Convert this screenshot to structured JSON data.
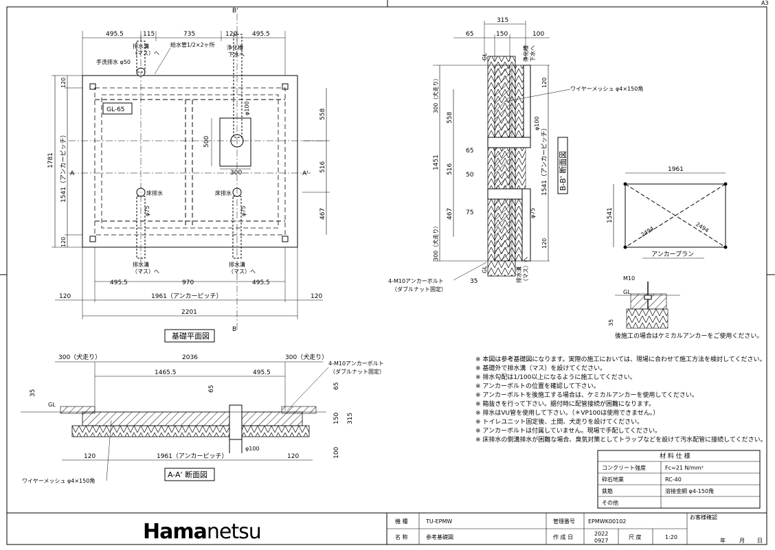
{
  "sheet": {
    "size": "A3"
  },
  "plan": {
    "title": "基礎平面図",
    "gl": "GL-65",
    "dims_top": [
      "495.5",
      "115",
      "735",
      "120",
      "495.5"
    ],
    "dims_bottom": [
      "495.5",
      "970",
      "495.5"
    ],
    "pitch_bottom": "1961（アンカーピッチ）",
    "edge_left": "120",
    "edge_right": "120",
    "total_width": "2201",
    "dims_right": [
      "558",
      "516",
      "467"
    ],
    "dim_120_top": "120",
    "dim_120_bottom": "120",
    "total_height": "1781",
    "pitch_left": "1541（アンカーピッチ）",
    "box_h": "500",
    "box_w": "300",
    "drain_top_left": "排水溝",
    "drain_top_left_sub": "（マス）へ",
    "hand_drain": "手洗排水 φ50",
    "supply": "給水管1/2×2ヶ所",
    "septic": "浄化槽",
    "septic_sub": "下水へ",
    "phi100": "φ100",
    "floor_drain": "床排水",
    "phi75": "φ75",
    "drain_bottom": "排水溝",
    "drain_bottom_sub": "（マス）へ",
    "section_a": "A",
    "section_a2": "A'",
    "section_b": "B'",
    "section_b2": "B"
  },
  "section_bb": {
    "title": "B-B' 断面図",
    "dims_top": [
      "315",
      "65",
      "150",
      "100"
    ],
    "wire_mesh": "ワイヤーメッシュ φ4×150角",
    "dogrun_top": "300（犬走り）",
    "dogrun_bottom": "300（犬走り）",
    "d558": "558",
    "d1451": "1451",
    "d516": "516",
    "d467": "467",
    "d65": "65",
    "d50": "50",
    "d75": "75",
    "d120a": "120",
    "d120b": "120",
    "d35": "35",
    "pitch": "1541（アンカーピッチ）",
    "phi100": "φ100",
    "phi75": "φ75",
    "septic": "浄化槽",
    "septic_sub": "下水へ",
    "drain": "排水溝",
    "drain_sub": "（マス）へ",
    "anchor": "4-M10アンカーボルト",
    "anchor_sub": "（ダブルナット固定）",
    "gl": "GL"
  },
  "anchor_plan": {
    "title": "アンカープラン",
    "w": "1961",
    "h": "1541",
    "diag1": "2494",
    "diag2": "2494"
  },
  "anchor_detail": {
    "m10": "M10",
    "gl": "GL",
    "d35": "35",
    "note": "後施工の場合はケミカルアンカーをご使用ください。"
  },
  "section_aa": {
    "title": "A-A' 断面図",
    "dogrun_l": "300（犬走り）",
    "dogrun_r": "300（犬走り）",
    "d2036": "2036",
    "d1465": "1465.5",
    "d495": "495.5",
    "d35": "35",
    "d65a": "65",
    "d65b": "65",
    "d150": "150",
    "d315": "315",
    "d100": "100",
    "d120l": "120",
    "d120r": "120",
    "pitch": "1961（アンカーピッチ）",
    "phi100": "φ100",
    "anchor": "4-M10アンカーボルト",
    "anchor_sub": "（ダブルナット固定）",
    "wire_mesh": "ワイヤーメッシュ φ4×150角",
    "gl": "GL"
  },
  "notes": [
    "※ 本図は参考基礎図になります。実際の施工においては、現場に合わせて施工方法を検討してください。",
    "※ 基礎外で排水溝（マス）を設けてください。",
    "※ 排水勾配は1/100以上になるように施工してください。",
    "※ アンカーボルトの位置を確認して下さい。",
    "※ アンカーボルトを後施工する場合は、ケミカルアンカーを使用してください。",
    "※ 箱抜きを行って下さい。据付時に配管接続が困難になります。",
    "※ 排水はVU管を使用して下さい。（＊VP100は使用できません。）",
    "※ トイレユニット固定後、土間、犬走りを設けてください。",
    "※ アンカーボルトは付属していません。現場で手配してください。",
    "※ 床排水の側溝排水が困難な場合、臭気対策としてトラップなどを設けて汚水配管に接続してください。"
  ],
  "materials": {
    "header": "材 料 仕 様",
    "rows": [
      {
        "k": "コンクリート強度",
        "v": "Fc=21 N/mm²"
      },
      {
        "k": "砕石地業",
        "v": "RC-40"
      },
      {
        "k": "鉄筋",
        "v": "溶接金網 φ4-150角"
      },
      {
        "k": "その他",
        "v": ""
      }
    ]
  },
  "titleblock": {
    "logo_a": "Hama",
    "logo_b": "netsu",
    "type_label": "機 種",
    "type_value": "TU-EPMW",
    "name_label": "名 称",
    "name_value": "参考基礎図",
    "mgmt_label": "管理番号",
    "mgmt_value": "EPMWK00102",
    "date_label": "作 成 日",
    "date_year": "2022",
    "date_md": "0927",
    "scale_label": "尺 度",
    "scale_value": "1:20",
    "customer_label": "お客様確認",
    "year": "年",
    "month": "月",
    "day": "日"
  }
}
